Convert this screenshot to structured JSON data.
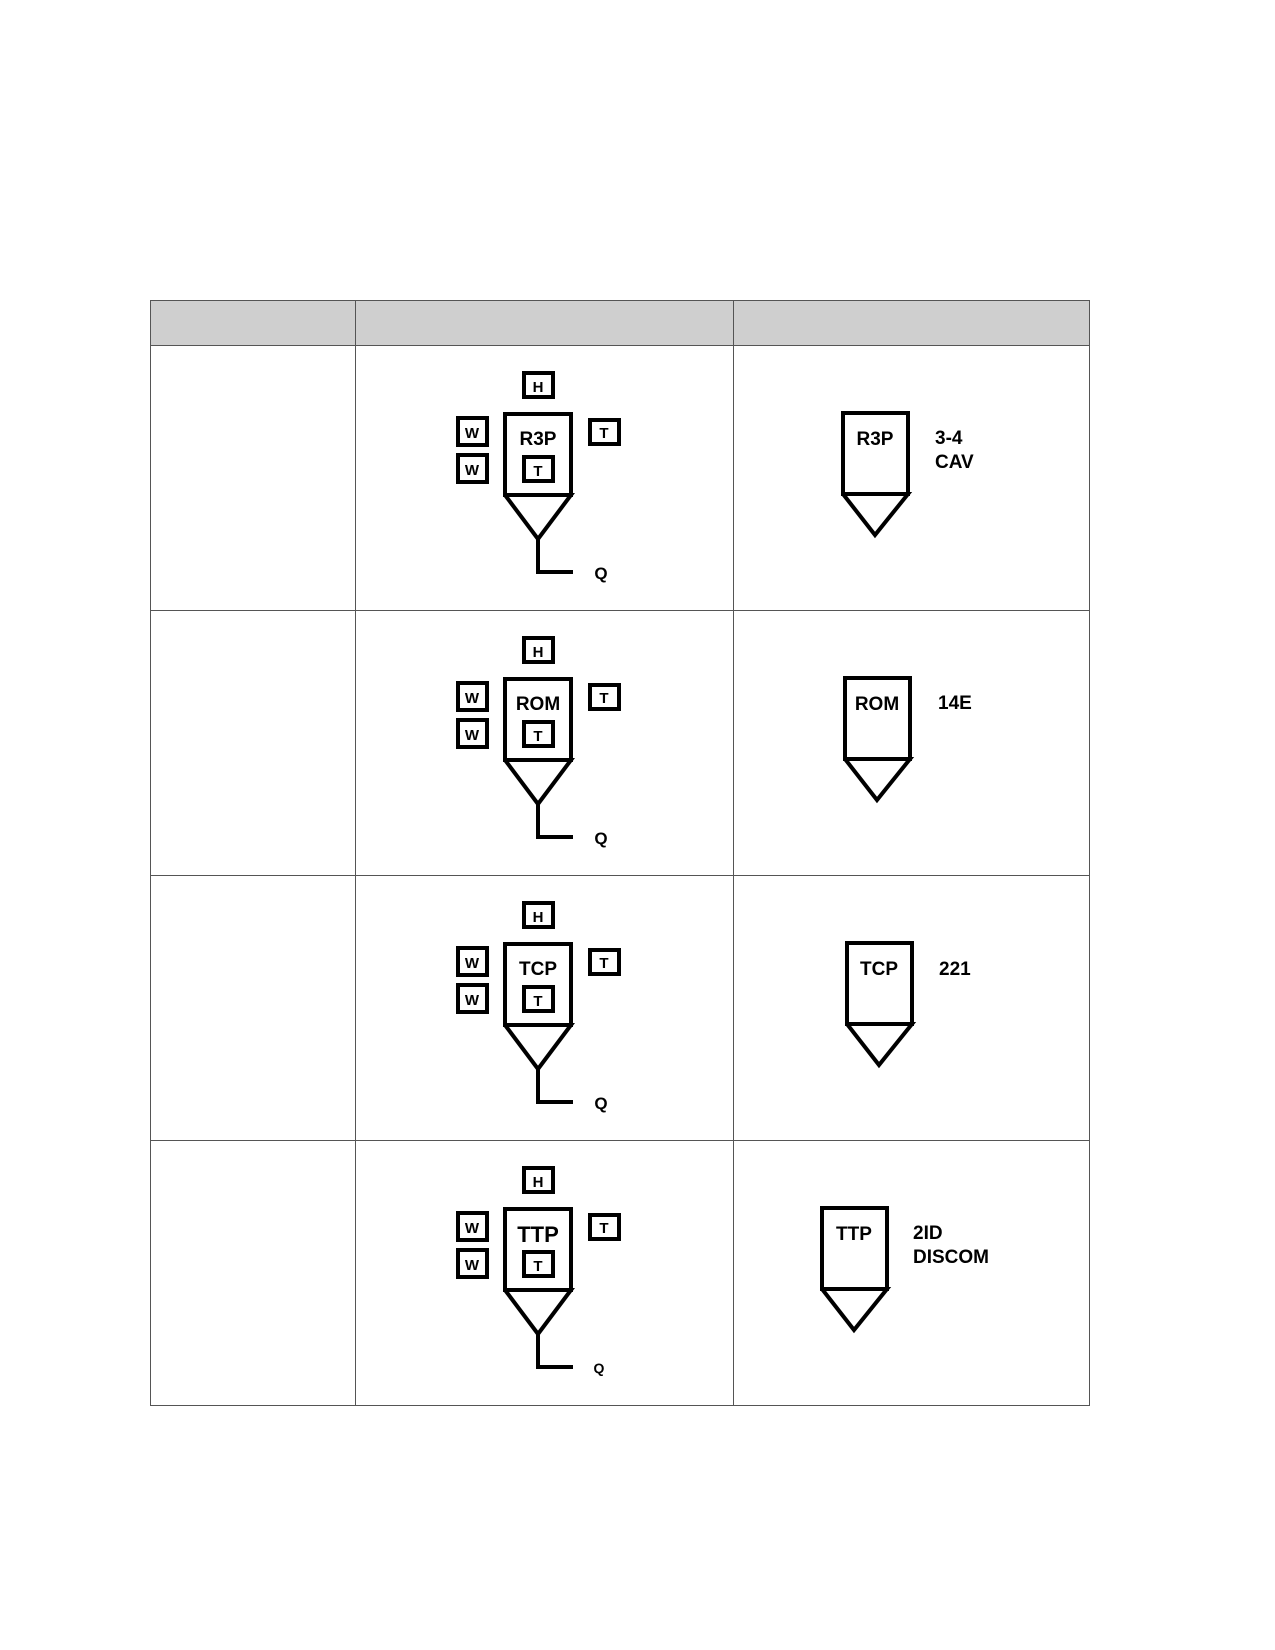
{
  "table": {
    "header": [
      "",
      "",
      ""
    ],
    "rows": [
      {
        "label": "",
        "detailed": {
          "main": "R3P",
          "top_box": "H",
          "left_boxes": [
            "W",
            "W"
          ],
          "right_box": "T",
          "inner_box": "T",
          "lead": "Q"
        },
        "simple": {
          "main": "R3P",
          "side_lines": [
            "3-4",
            "CAV"
          ]
        }
      },
      {
        "label": "",
        "detailed": {
          "main": "ROM",
          "top_box": "H",
          "left_boxes": [
            "W",
            "W"
          ],
          "right_box": "T",
          "inner_box": "T",
          "lead": "Q"
        },
        "simple": {
          "main": "ROM",
          "side_lines": [
            "14E"
          ]
        }
      },
      {
        "label": "",
        "detailed": {
          "main": "TCP",
          "top_box": "H",
          "left_boxes": [
            "W",
            "W"
          ],
          "right_box": "T",
          "inner_box": "T",
          "lead": "Q"
        },
        "simple": {
          "main": "TCP",
          "side_lines": [
            "221"
          ]
        }
      },
      {
        "label": "",
        "detailed": {
          "main": "TTP",
          "top_box": "H",
          "left_boxes": [
            "W",
            "W"
          ],
          "right_box": "T",
          "inner_box": "T",
          "lead": "Q"
        },
        "simple": {
          "main": "TTP",
          "side_lines": [
            "2ID",
            "DISCOM"
          ]
        }
      }
    ]
  }
}
